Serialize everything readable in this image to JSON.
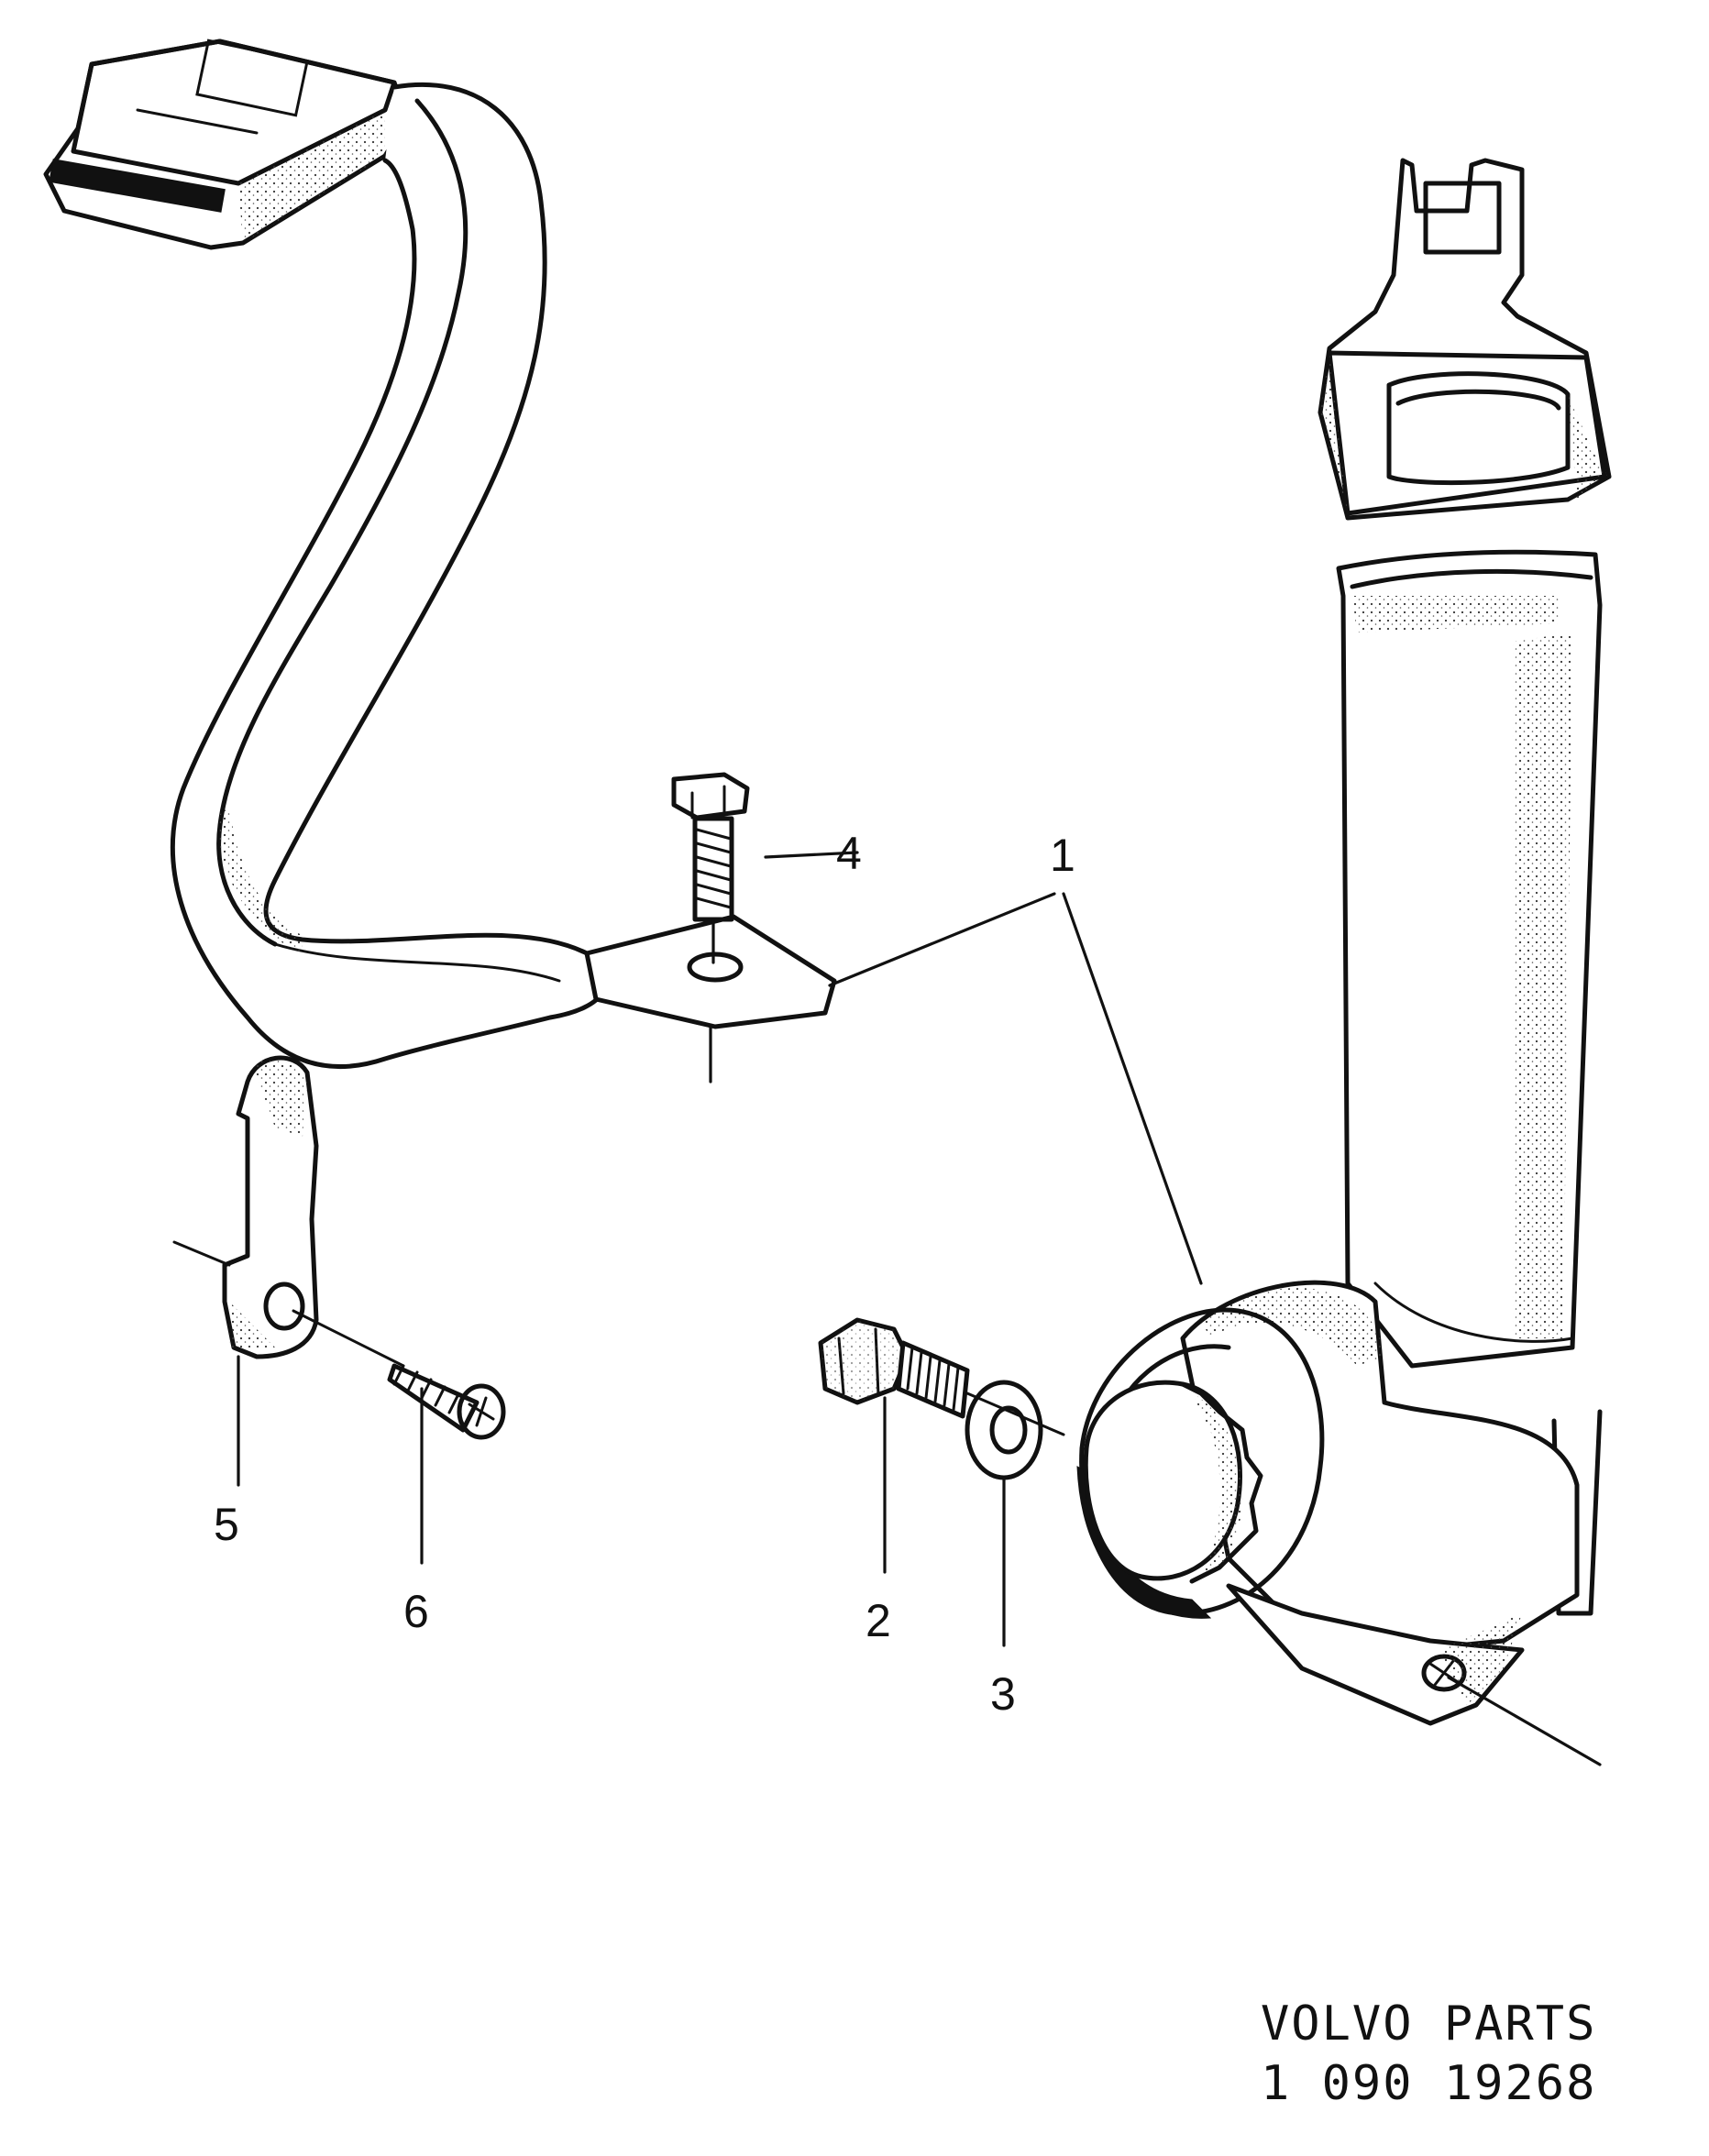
{
  "callouts": {
    "c1": "1",
    "c2": "2",
    "c3": "3",
    "c4": "4",
    "c5": "5",
    "c6": "6"
  },
  "footer": {
    "line1": "VOLVO PARTS",
    "line2": "1 090 19268"
  }
}
